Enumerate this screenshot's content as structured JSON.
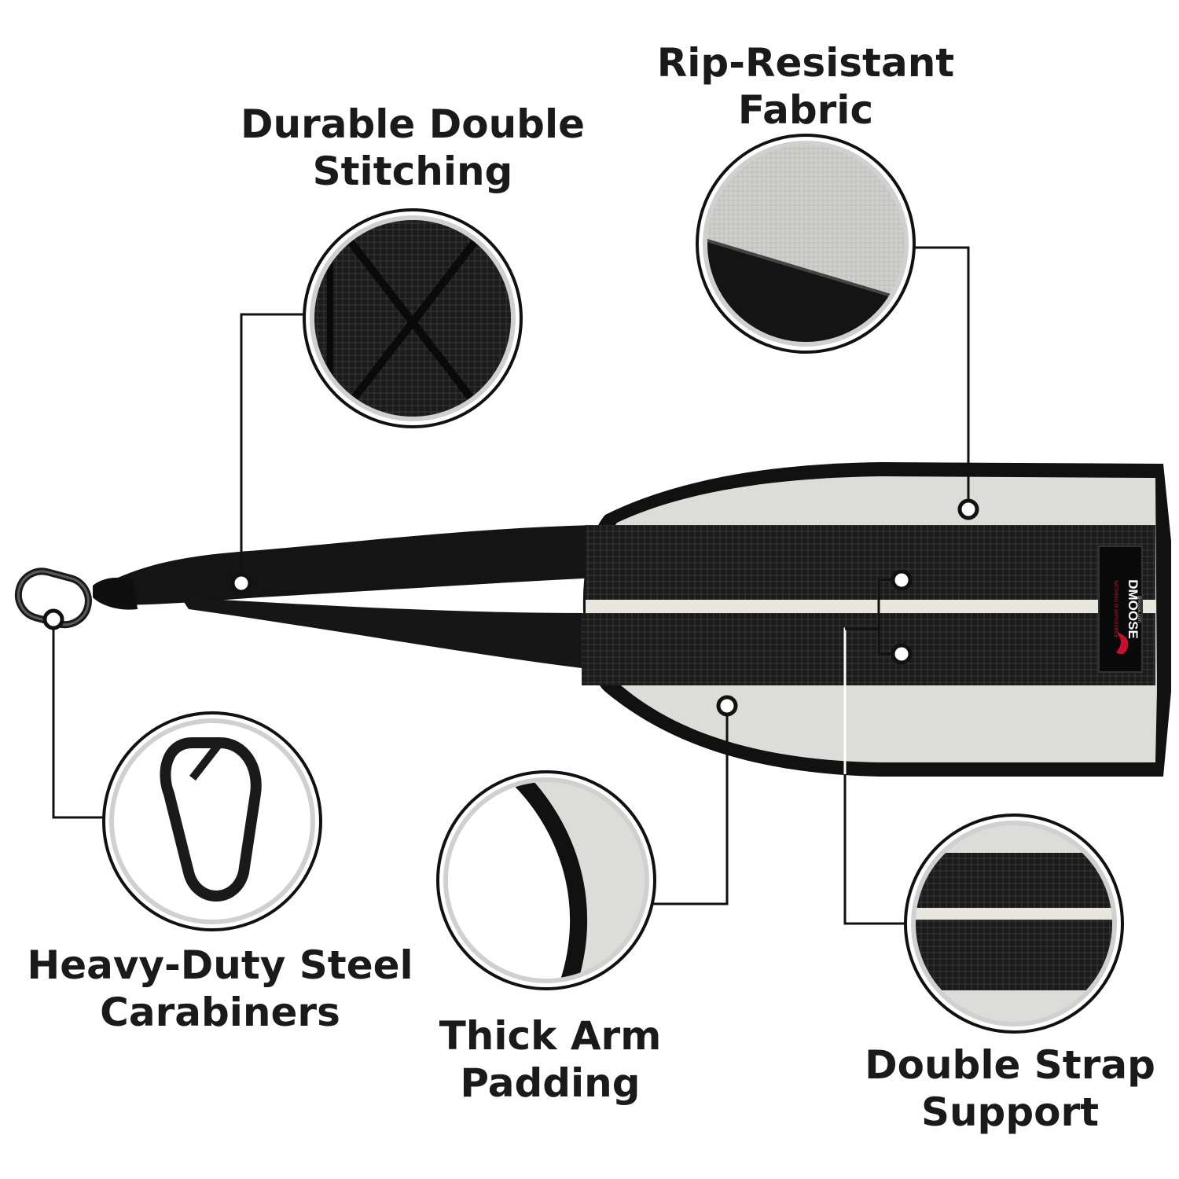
{
  "callouts": {
    "rip_resistant": {
      "line1": "Rip-Resistant",
      "line2": "Fabric"
    },
    "double_stitching": {
      "line1": "Durable Double",
      "line2": "Stitching"
    },
    "carabiners": {
      "line1": "Heavy-Duty Steel",
      "line2": "Carabiners"
    },
    "arm_padding": {
      "line1": "Thick Arm",
      "line2": "Padding"
    },
    "double_strap": {
      "line1": "Double Strap",
      "line2": "Support"
    }
  },
  "brand": {
    "name": "DMOOSE",
    "tagline": "NOTHING IS IMPOSSIBLE",
    "website": "dmoose.com"
  },
  "colors": {
    "strap": "#111111",
    "padding": "#dcdcd8",
    "accent": "#c8102e",
    "text": "#1a1a1a"
  }
}
